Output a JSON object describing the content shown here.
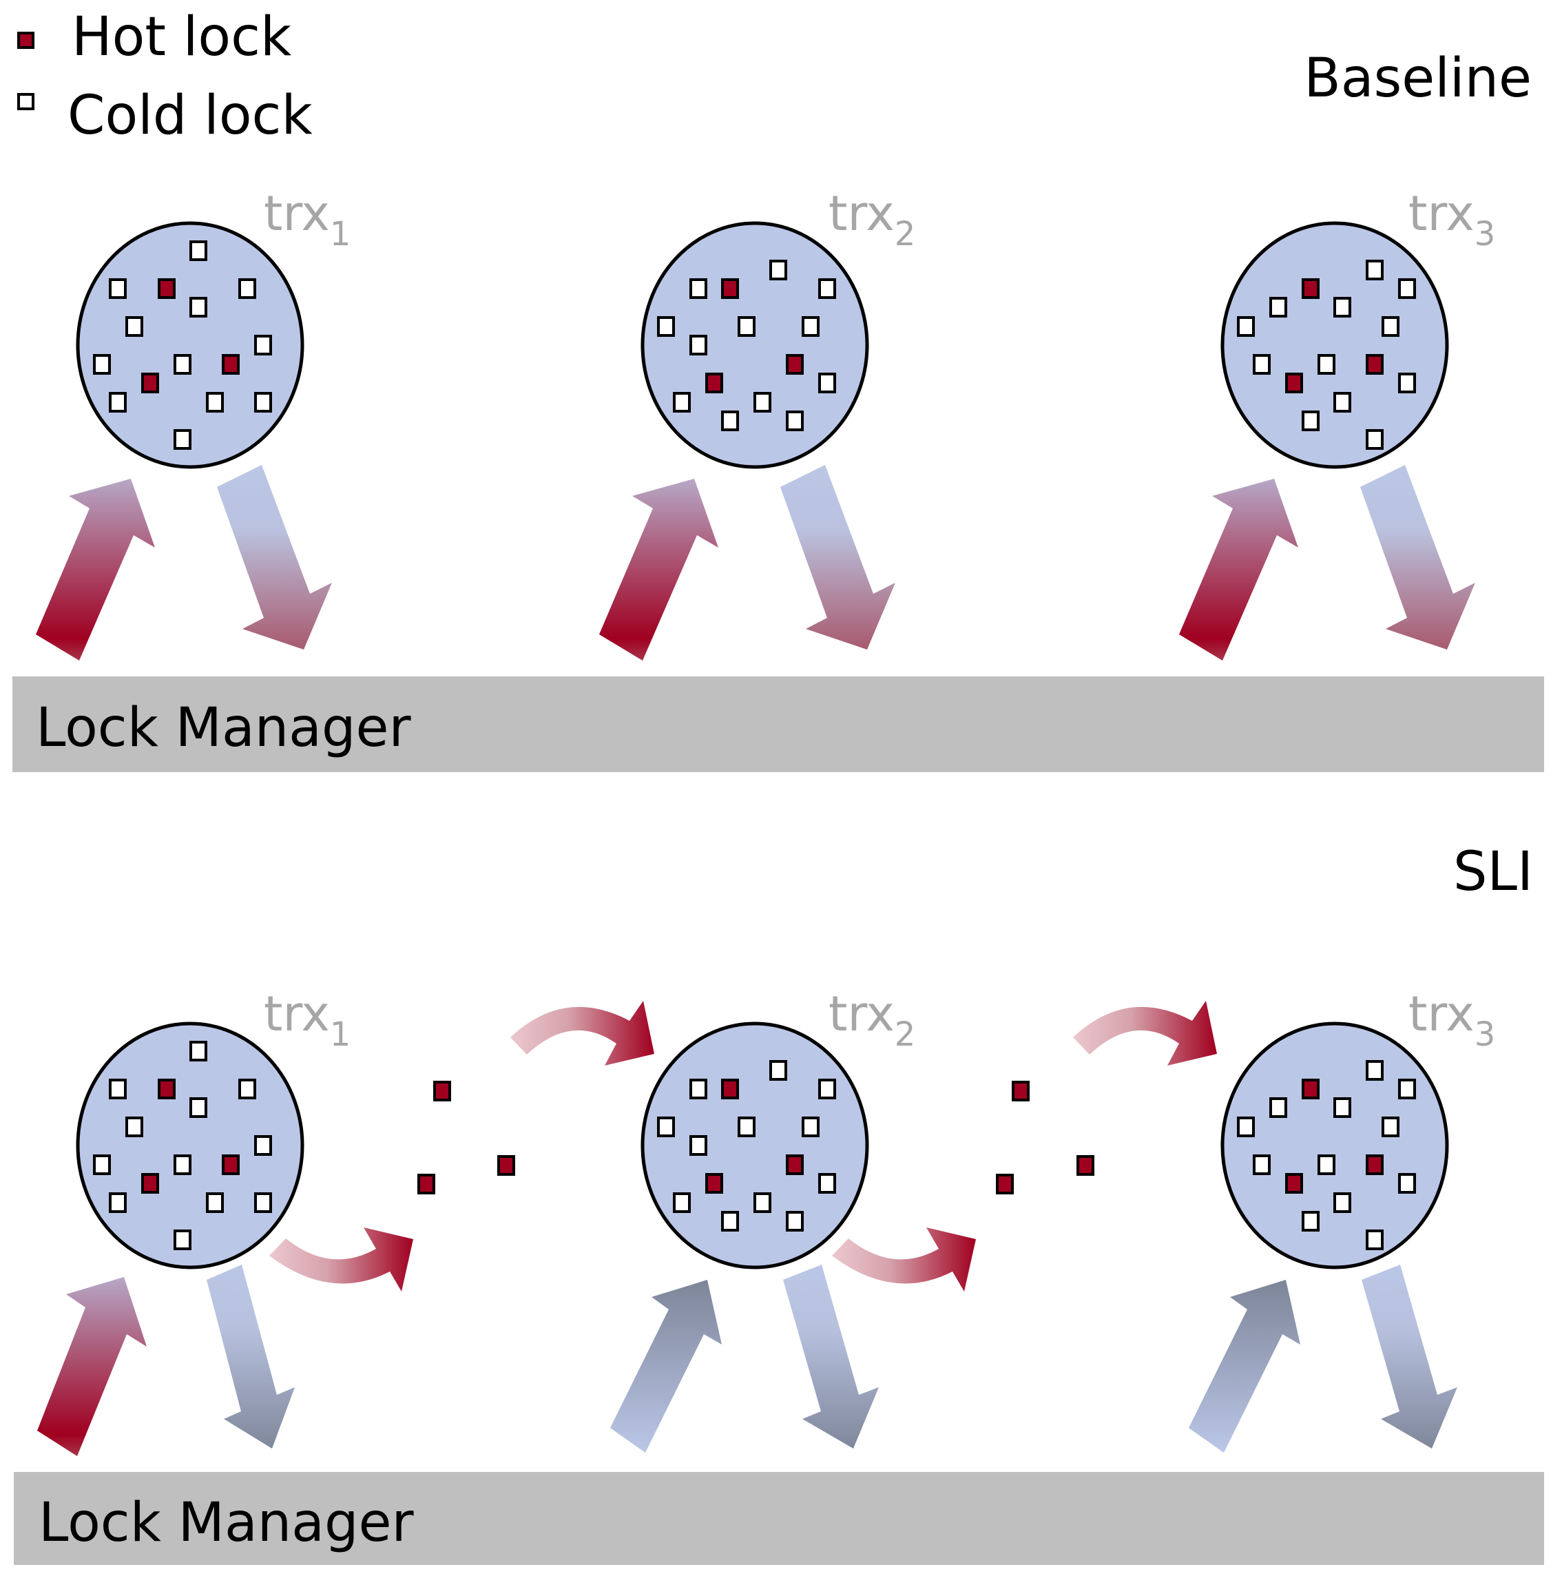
{
  "legend": {
    "hot_label": "Hot lock",
    "cold_label": "Cold lock"
  },
  "colors": {
    "hot": "#a00020",
    "cold": "#ffffff",
    "txn_fill": "#bbc7e6",
    "lock_manager_fill": "#bfbfbf",
    "trx_label": "#a6a6a6",
    "acquire_red": "#a00020",
    "acquire_mauve": "#b4a5c3",
    "release_blue": "#bbc7e6",
    "slate": "#7f879b",
    "pass_pink": "#e8c4cb"
  },
  "panels": [
    {
      "title": "Baseline",
      "lock_manager_label": "Lock Manager",
      "transactions": [
        {
          "name": "trx",
          "subscript": "1"
        },
        {
          "name": "trx",
          "subscript": "2"
        },
        {
          "name": "trx",
          "subscript": "3"
        }
      ],
      "passes_hot_locks": false
    },
    {
      "title": "SLI",
      "lock_manager_label": "Lock Manager",
      "transactions": [
        {
          "name": "trx",
          "subscript": "1"
        },
        {
          "name": "trx",
          "subscript": "2"
        },
        {
          "name": "trx",
          "subscript": "3"
        }
      ],
      "passes_hot_locks": true
    }
  ],
  "lock_counts_per_transaction": {
    "hot": 3,
    "cold": 12
  }
}
